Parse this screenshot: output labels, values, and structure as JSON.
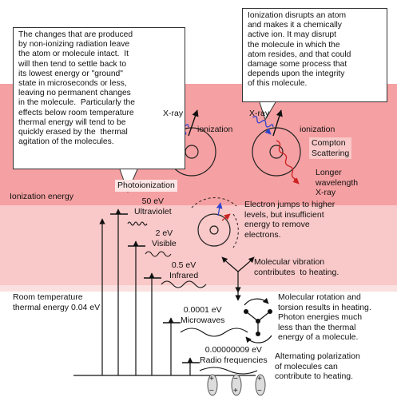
{
  "colors": {
    "band_top": "#f5a0a2",
    "band_mid": "#f9c8c8",
    "band_low": "#fbe0e0",
    "band_white": "#ffffff",
    "photon_blue": "#3344cc",
    "electron_red": "#cc2222",
    "compton_box": "#f9c8c8",
    "photoionization_box": "#fde5e5"
  },
  "callouts": {
    "left": "The changes that are produced\nby non-ionizing radiation leave\nthe atom or molecule intact.  It\nwill then tend to settle back to\nits lowest energy or \"ground\"\nstate in microseconds or less,\nleaving no permanent changes\nin the molecule.  Particularly the\neffects below room temperature\nthermal energy will tend to be\nquickly erased by the  thermal\nagitation of the molecules.",
    "right": "Ionization disrupts an atom\nand makes it a chemically\nactive ion. It may disrupt\nthe molecule in which the\natom resides, and that could\ndamage some process that\ndepends upon the integrity\nof this molecule."
  },
  "labels": {
    "xray_left": "X-ray",
    "ionization_left": "ionization",
    "xray_right": "X-ray",
    "ionization_right": "ionization",
    "compton": "Compton\nScattering",
    "longer_wavelength": "Longer\nwavelength\nX-ray",
    "ionization_energy": "Ionization energy",
    "photoionization": "Photoionization",
    "uv": "50 eV\nUltraviolet",
    "visible": "2 eV\nVisible",
    "infrared": "0.5 eV\nInfrared",
    "electron_jumps": "Electron jumps to higher\nlevels, but insufficient\nenergy to remove\nelectrons.",
    "molecular_vibration": "Molecular vibration\ncontributes  to heating.",
    "room_temp": "Room temperature\nthermal energy 0.04 eV",
    "microwaves": "0.0001 eV\nMicrowaves",
    "rotation": "Molecular rotation and\ntorsion results in heating.\nPhoton energies much\nless than the thermal\nenergy of a molecule.",
    "radio": "0.00000009 eV\nRadio frequencies",
    "polarization": "Alternating polarization\nof molecules can\ncontribute to heating.",
    "plus_signs": [
      "+",
      "+",
      "+"
    ],
    "minus_signs": [
      "−",
      "−",
      "−"
    ]
  }
}
